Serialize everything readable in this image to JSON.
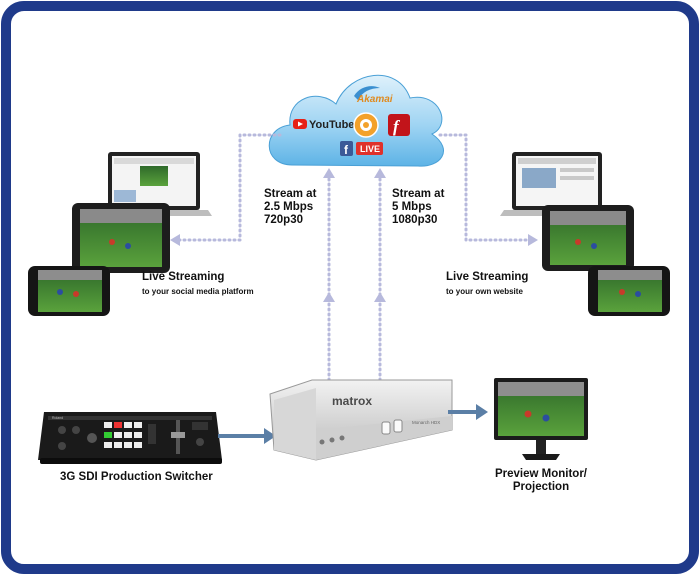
{
  "cloud": {
    "brands": {
      "akamai": "Akamai",
      "youtube": "YouTube",
      "live": "LIVE",
      "facebook": "f",
      "flash": "f"
    }
  },
  "streams": {
    "left": {
      "line1": "Stream at",
      "line2": "2.5 Mbps",
      "line3": "720p30"
    },
    "right": {
      "line1": "Stream at",
      "line2": "5 Mbps",
      "line3": "1080p30"
    }
  },
  "live_left": {
    "title": "Live Streaming",
    "subtitle": "to your social media platform"
  },
  "live_right": {
    "title": "Live Streaming",
    "subtitle": "to your own website"
  },
  "switcher": {
    "label": "3G SDI Production Switcher",
    "brand": "Roland"
  },
  "encoder": {
    "brand": "matrox",
    "model": "Monarch HDX"
  },
  "monitor": {
    "line1": "Preview Monitor/",
    "line2": "Projection"
  },
  "colors": {
    "border": "#1f3a8a",
    "arrow": "#5b7fa6",
    "dots": "#b7b9dc",
    "cloud": "#7cc3ee"
  }
}
